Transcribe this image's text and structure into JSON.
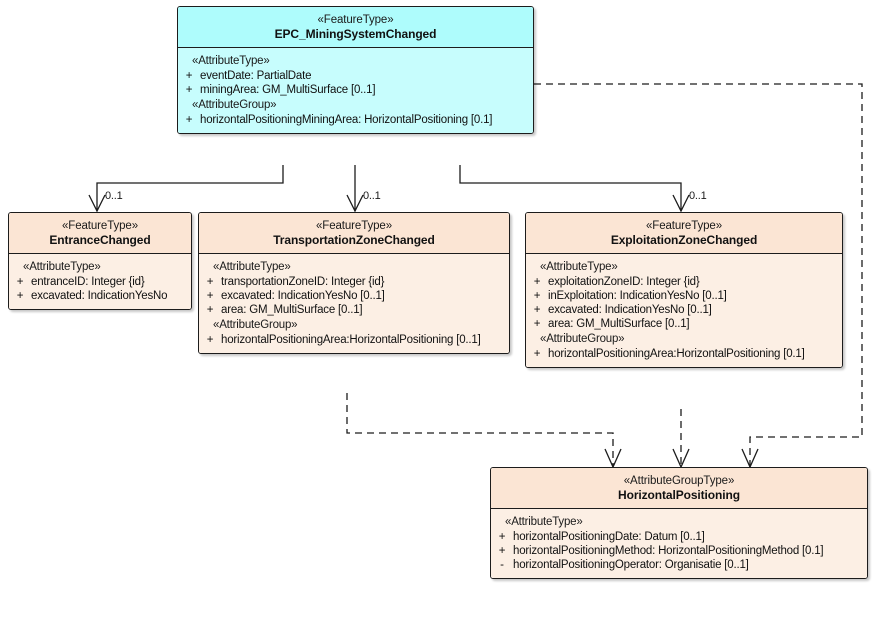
{
  "diagram": {
    "type": "uml-class-diagram",
    "title": "EPC_MiningSystemChanged",
    "colors": {
      "cyan_header": "#aefcfc",
      "cyan_body": "#c7fdfd",
      "peach_header": "#fbe5d4",
      "peach_body": "#fcefe4",
      "border": "#1c1c1c",
      "background": "#ffffff"
    }
  },
  "classes": {
    "mining_system": {
      "stereotype": "«FeatureType»",
      "name": "EPC_MiningSystemChanged",
      "groups": [
        {
          "label": "«AttributeType»",
          "attributes": [
            {
              "visibility": "+",
              "text": "eventDate: PartialDate"
            },
            {
              "visibility": "+",
              "text": "miningArea: GM_MultiSurface [0..1]"
            }
          ]
        },
        {
          "label": "«AttributeGroup»",
          "attributes": [
            {
              "visibility": "+",
              "text": "horizontalPositioningMiningArea: HorizontalPositioning [0.1]"
            }
          ]
        }
      ]
    },
    "entrance": {
      "stereotype": "«FeatureType»",
      "name": "EntranceChanged",
      "groups": [
        {
          "label": "«AttributeType»",
          "attributes": [
            {
              "visibility": "+",
              "text": "entranceID: Integer {id}"
            },
            {
              "visibility": "+",
              "text": "excavated: IndicationYesNo"
            }
          ]
        }
      ]
    },
    "transportation": {
      "stereotype": "«FeatureType»",
      "name": "TransportationZoneChanged",
      "groups": [
        {
          "label": "«AttributeType»",
          "attributes": [
            {
              "visibility": "+",
              "text": "transportationZoneID: Integer {id}"
            },
            {
              "visibility": "+",
              "text": "excavated: IndicationYesNo [0..1]"
            },
            {
              "visibility": "+",
              "text": "area: GM_MultiSurface [0..1]"
            }
          ]
        },
        {
          "label": "«AttributeGroup»",
          "attributes": [
            {
              "visibility": "+",
              "text": "horizontalPositioningArea:HorizontalPositioning [0..1]"
            }
          ]
        }
      ]
    },
    "exploitation": {
      "stereotype": "«FeatureType»",
      "name": "ExploitationZoneChanged",
      "groups": [
        {
          "label": "«AttributeType»",
          "attributes": [
            {
              "visibility": "+",
              "text": "exploitationZoneID: Integer {id}"
            },
            {
              "visibility": "+",
              "text": "inExploitation: IndicationYesNo [0..1]"
            },
            {
              "visibility": "+",
              "text": "excavated: IndicationYesNo [0..1]"
            },
            {
              "visibility": "+",
              "text": "area: GM_MultiSurface [0..1]"
            }
          ]
        },
        {
          "label": "«AttributeGroup»",
          "attributes": [
            {
              "visibility": "+",
              "text": "horizontalPositioningArea:HorizontalPositioning [0.1]"
            }
          ]
        }
      ]
    },
    "horizontal_positioning": {
      "stereotype": "«AttributeGroupType»",
      "name": "HorizontalPositioning",
      "groups": [
        {
          "label": "«AttributeType»",
          "attributes": [
            {
              "visibility": "+",
              "text": "horizontalPositioningDate: Datum [0..1]"
            },
            {
              "visibility": "+",
              "text": "horizontalPositioningMethod: HorizontalPositioningMethod [0.1]"
            },
            {
              "visibility": "-",
              "text": "horizontalPositioningOperator: Organisatie [0..1]"
            }
          ]
        }
      ]
    }
  },
  "connectors": {
    "multiplicity_entrance": "0..1",
    "multiplicity_transportation": "0..1",
    "multiplicity_exploitation": "0..1"
  }
}
